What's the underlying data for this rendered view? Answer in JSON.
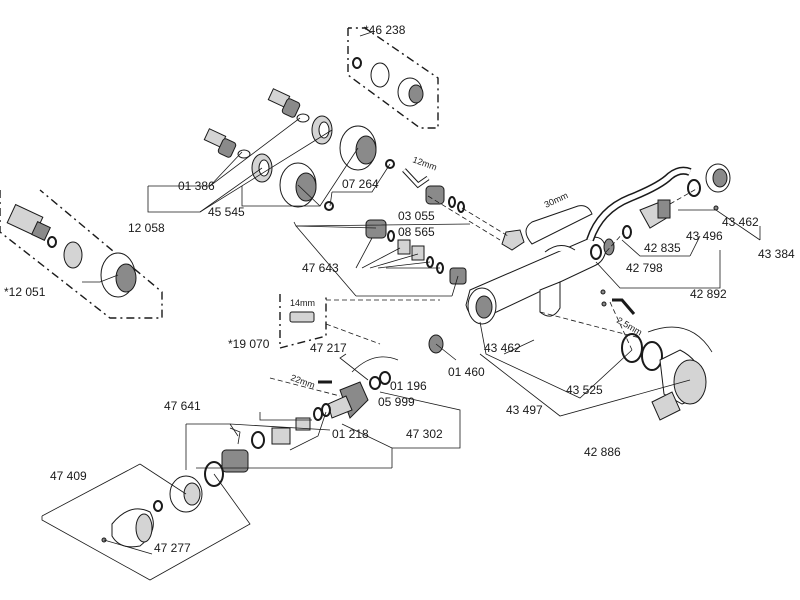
{
  "labels": {
    "l46238": "*46 238",
    "l12051": "*12 051",
    "l01386": "01 386",
    "l12058": "12 058",
    "l45545": "45 545",
    "l07264": "07 264",
    "l03055": "03 055",
    "l08565": "08 565",
    "l47643": "47 643",
    "l43462a": "43 462",
    "l43496": "43 496",
    "l43384": "43 384",
    "l42835": "42 835",
    "l42798": "42 798",
    "l42892": "42 892",
    "l19070": "*19 070",
    "l47217": "47 217",
    "l01460": "01 460",
    "l43462b": "43 462",
    "l01196": "01 196",
    "l05999": "05 999",
    "l43525": "43 525",
    "l43497": "43 497",
    "l47641": "47 641",
    "l01218": "01 218",
    "l47302": "47 302",
    "l42886": "42 886",
    "l47409": "47 409",
    "l47277": "47 277"
  },
  "tools": {
    "t12mm": "12mm",
    "t30mm": "30mm",
    "t2_5mm": "2.5mm",
    "t14mm": "14mm",
    "t22mm": "22mm"
  }
}
